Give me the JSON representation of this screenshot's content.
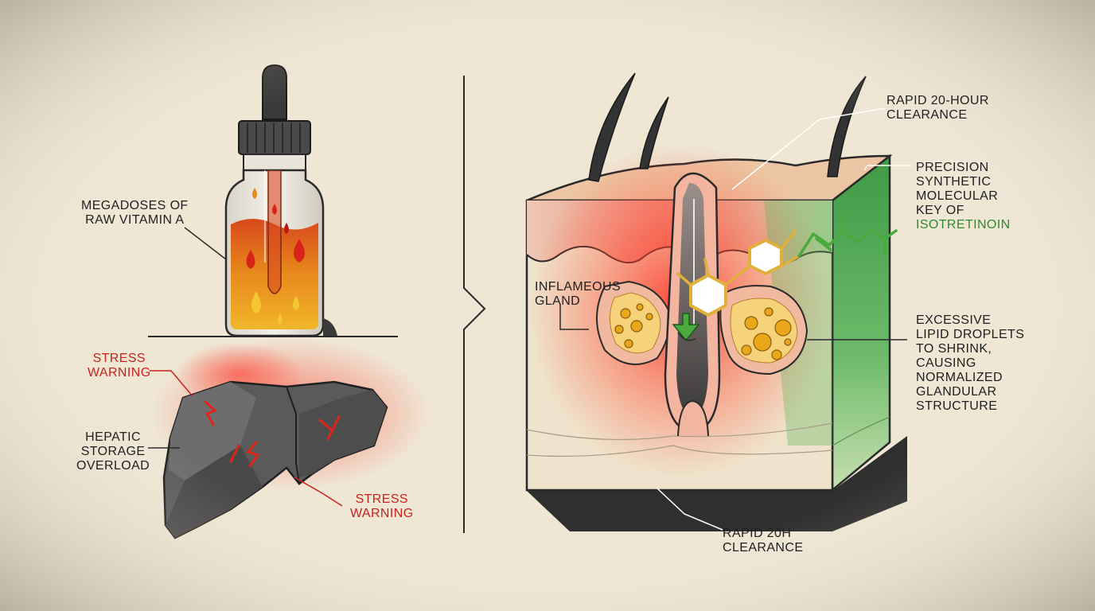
{
  "left_panel": {
    "vitamin_label": [
      "MEGADOSES OF",
      "RAW VITAMIN A"
    ],
    "stress_warning_top": [
      "STRESS",
      "WARNING"
    ],
    "liver_label": [
      "HEPATIC",
      "STORAGE",
      "OVERLOAD"
    ],
    "stress_warning_bottom": [
      "STRESS",
      "WARNING"
    ]
  },
  "right_panel": {
    "clearance_top": [
      "RAPID 20-HOUR",
      "CLEARANCE"
    ],
    "precision_label": [
      "PRECISION",
      "SYNTHETIC",
      "MOLECULAR",
      "KEY OF"
    ],
    "drug_name": "ISOTRETINOIN",
    "gland_label": [
      "INFLAMEOUS",
      "GLAND"
    ],
    "lipid_label": [
      "EXCESSIVE",
      "LIPID DROPLETS",
      "TO SHRINK,",
      "CAUSING",
      "NORMALIZED",
      "GLANDULAR",
      "STRUCTURE"
    ],
    "clearance_bottom": [
      "RAPID 20h",
      "CLEARANCE"
    ]
  },
  "colors": {
    "background": "#efe6d4",
    "warning_red": "#c9231e",
    "drug_green": "#2d8a2d",
    "oil_amber": "#e49a1e",
    "liver_gray": "#555555"
  },
  "icons": [
    "dropper-bottle-icon",
    "liver-icon",
    "skin-cross-section",
    "hair-follicle",
    "sebaceous-gland",
    "retinoid-molecule-icon",
    "arrow-down-icon"
  ]
}
